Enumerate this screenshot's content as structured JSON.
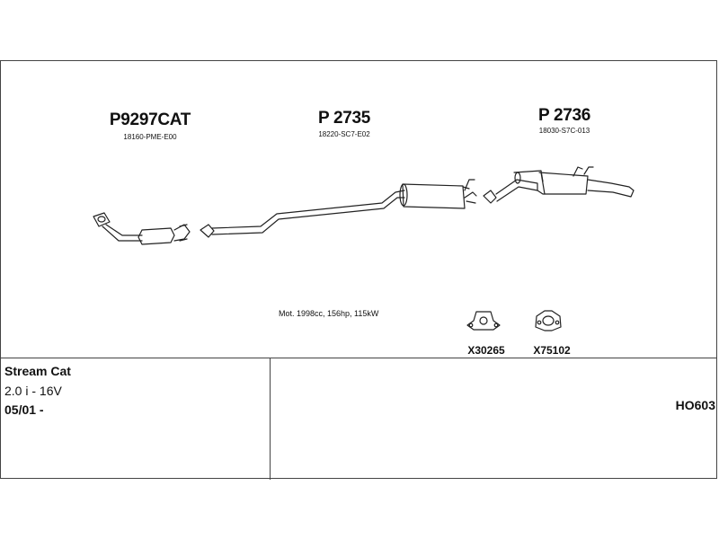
{
  "parts": [
    {
      "code": "P9297CAT",
      "oem": "18160-PME-E00"
    },
    {
      "code": "P 2735",
      "oem": "18220-SC7-E02"
    },
    {
      "code": "P 2736",
      "oem": "18030-S7C-013"
    }
  ],
  "gaskets": [
    {
      "code": "X30265"
    },
    {
      "code": "X75102"
    }
  ],
  "vehicle": {
    "model": "Stream Cat",
    "engine": "2.0 i - 16V",
    "date": "05/01 -"
  },
  "engine_info": "Mot. 1998cc, 156hp, 115kW",
  "diagram_code": "HO603"
}
